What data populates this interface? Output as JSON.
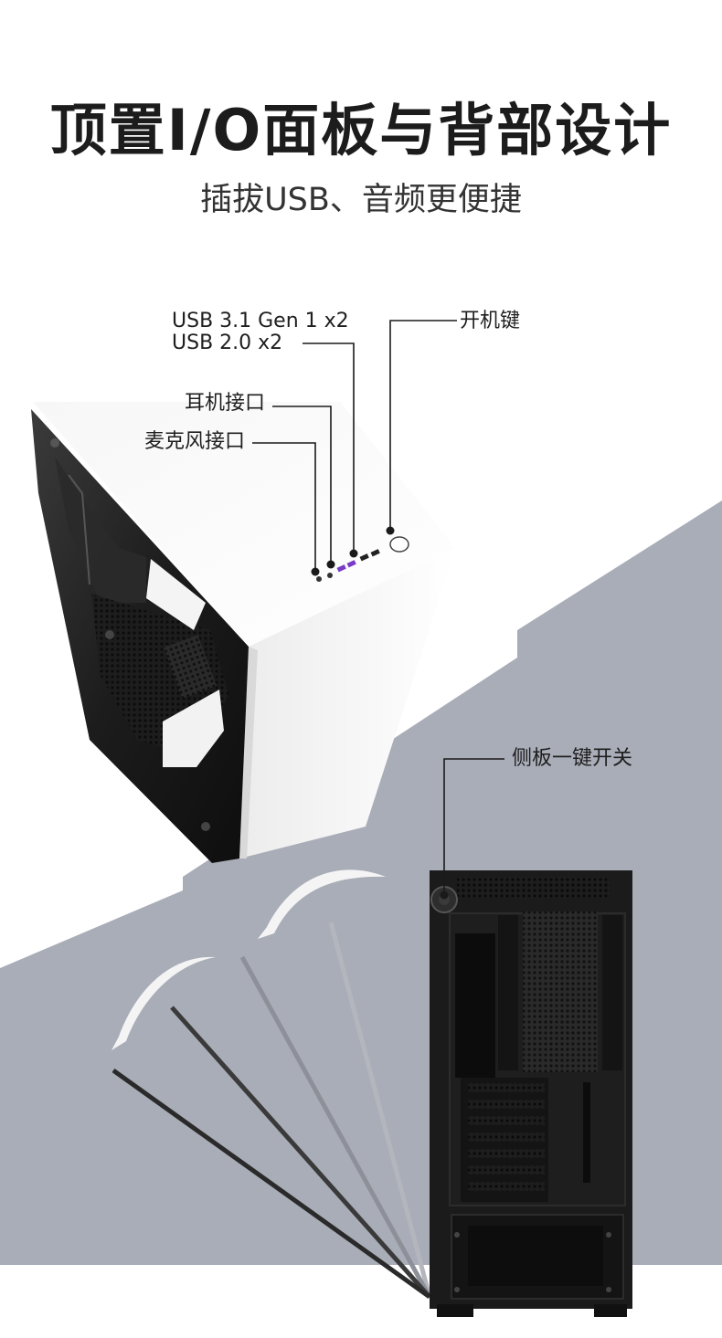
{
  "header": {
    "title": "顶置I/O面板与背部设计",
    "subtitle": "插拔USB、音频更便捷"
  },
  "io_labels": {
    "usb31": "USB 3.1 Gen 1 x2",
    "usb20": "USB 2.0 x2",
    "power": "开机键",
    "headphone": "耳机接口",
    "mic": "麦克风接口"
  },
  "rear_labels": {
    "side_panel": "侧板一键开关"
  },
  "colors": {
    "background": "#ffffff",
    "diagonal_band": "#a9adb8",
    "case_white": "#ffffff",
    "case_black": "#1b1b1b",
    "leader_line": "#1a1a1a",
    "usb31_port": "#7a3cc7"
  }
}
